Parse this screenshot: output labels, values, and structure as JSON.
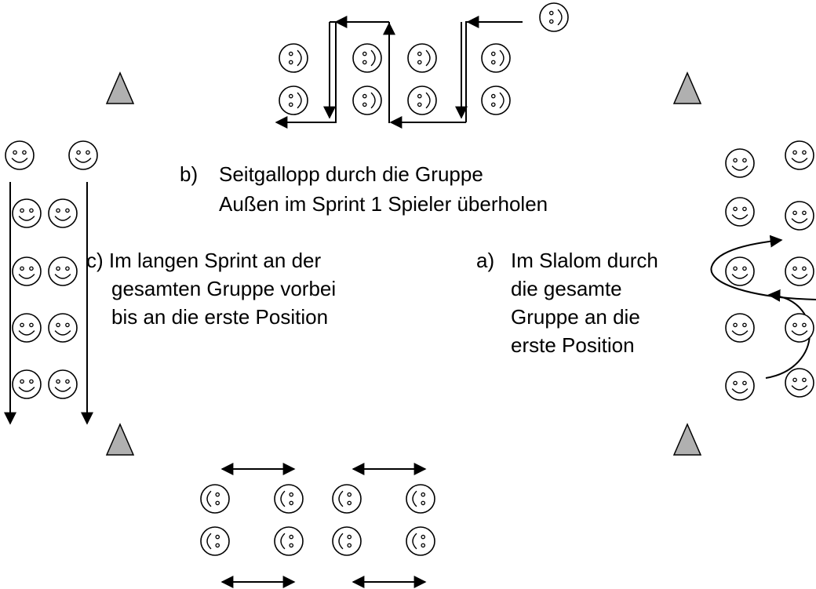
{
  "labels": {
    "b_marker": "b)",
    "b_line1": "Seitgallopp durch die Gruppe",
    "b_line2": "Außen im Sprint 1 Spieler überholen",
    "c_line1": "c) Im langen Sprint an der",
    "c_line2": "gesamten Gruppe vorbei",
    "c_line3": "bis an die erste Position",
    "a_marker": "a)",
    "a_line1": "Im Slalom durch",
    "a_line2": "die gesamte",
    "a_line3": "Gruppe an die",
    "a_line4": "erste Position"
  },
  "faces": {
    "rotated_right_glyph": "(:)",
    "rotated_left_glyph": "(:)"
  },
  "colors": {
    "cone_fill": "#b0b0b0",
    "stroke": "#000000"
  }
}
